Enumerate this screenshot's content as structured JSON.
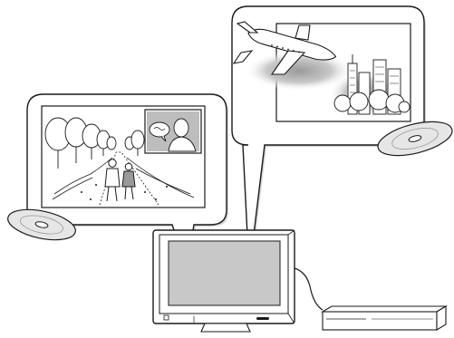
{
  "illustration": {
    "kind": "line-art",
    "left_bubble": {
      "scene": "couple-walking-tree-lined-path",
      "inset": "video-call-face",
      "disc": "optical-disc"
    },
    "right_bubble": {
      "scene": "airplane-over-city",
      "disc": "optical-disc"
    },
    "devices": [
      "flat-panel-tv",
      "set-top-player"
    ]
  },
  "colors": {
    "line": "#1a1a1a",
    "screen_gray": "#c8c8c8",
    "bubble_fill": "#ffffff",
    "bubble_shadow": "#d4d4d4",
    "disc_fill": "#e6e6e6"
  }
}
